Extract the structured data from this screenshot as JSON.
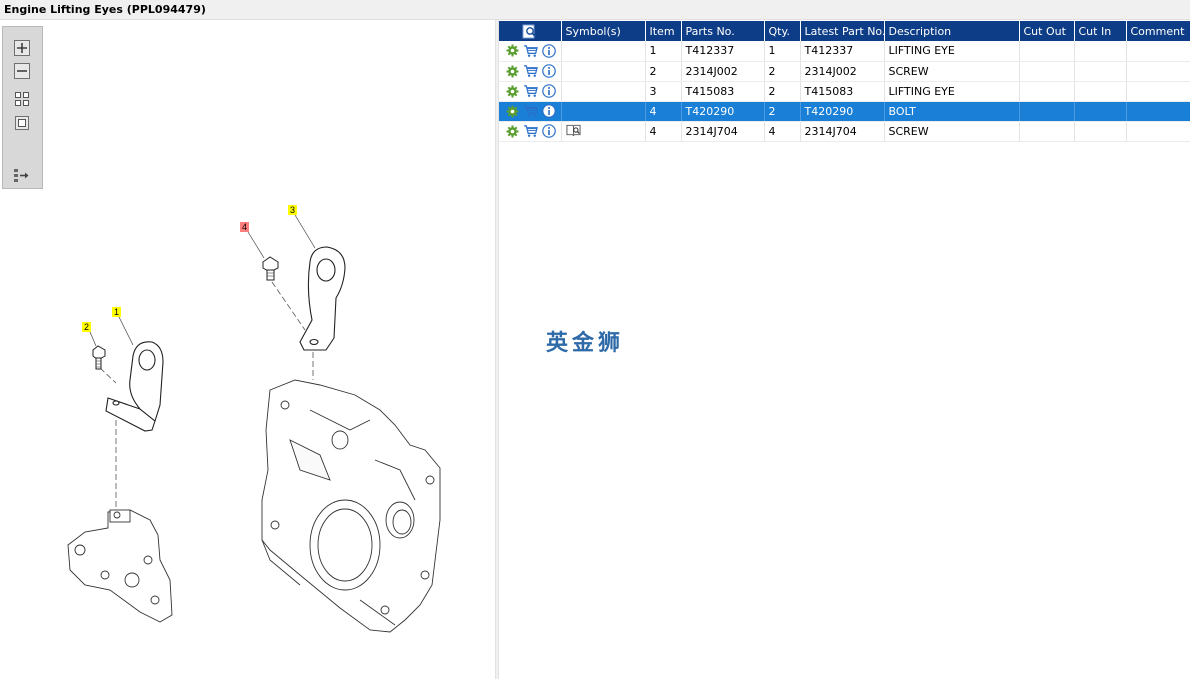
{
  "window": {
    "title": "Engine Lifting Eyes (PPL094479)"
  },
  "toolbox": {
    "buttons": [
      "zoom-in",
      "zoom-out",
      "fit-all",
      "fit-page",
      "toggle-list"
    ]
  },
  "drawing": {
    "callouts": [
      {
        "label": "1",
        "color": "#ffff00"
      },
      {
        "label": "2",
        "color": "#ffff00"
      },
      {
        "label": "3",
        "color": "#ffff00"
      },
      {
        "label": "4",
        "color": "#ff7f7f"
      }
    ]
  },
  "table": {
    "headers": [
      "",
      "Symbol(s)",
      "Item",
      "Parts No.",
      "Qty.",
      "Latest Part No.",
      "Description",
      "Cut Out",
      "Cut In",
      "Comment"
    ],
    "rows": [
      {
        "item": "1",
        "part_no": "T412337",
        "qty": "1",
        "latest": "T412337",
        "desc": "LIFTING EYE",
        "cut_out": "",
        "cut_in": "",
        "comment": "",
        "selected": false,
        "has_symbol": false
      },
      {
        "item": "2",
        "part_no": "2314J002",
        "qty": "2",
        "latest": "2314J002",
        "desc": "SCREW",
        "cut_out": "",
        "cut_in": "",
        "comment": "",
        "selected": false,
        "has_symbol": false
      },
      {
        "item": "3",
        "part_no": "T415083",
        "qty": "2",
        "latest": "T415083",
        "desc": "LIFTING EYE",
        "cut_out": "",
        "cut_in": "",
        "comment": "",
        "selected": false,
        "has_symbol": false
      },
      {
        "item": "4",
        "part_no": "T420290",
        "qty": "2",
        "latest": "T420290",
        "desc": "BOLT",
        "cut_out": "",
        "cut_in": "",
        "comment": "",
        "selected": true,
        "has_symbol": false
      },
      {
        "item": "4",
        "part_no": "2314J704",
        "qty": "4",
        "latest": "2314J704",
        "desc": "SCREW",
        "cut_out": "",
        "cut_in": "",
        "comment": "",
        "selected": false,
        "has_symbol": true
      }
    ]
  },
  "watermark": "英金狮",
  "colors": {
    "header_bg": "#0e3d87",
    "selected_row": "#1a7fd6",
    "gear_icon": "#5a9e2f",
    "info_icon": "#2a6fc9"
  }
}
